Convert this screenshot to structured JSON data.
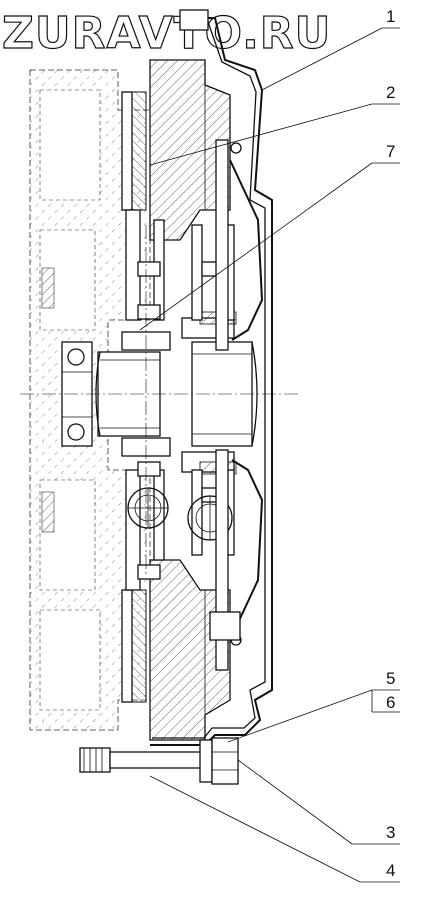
{
  "watermark": "ZURAVTO.RU",
  "callouts": [
    {
      "label": "1"
    },
    {
      "label": "2"
    },
    {
      "label": "7"
    },
    {
      "label": "5"
    },
    {
      "label": "6"
    },
    {
      "label": "3"
    },
    {
      "label": "4"
    }
  ]
}
